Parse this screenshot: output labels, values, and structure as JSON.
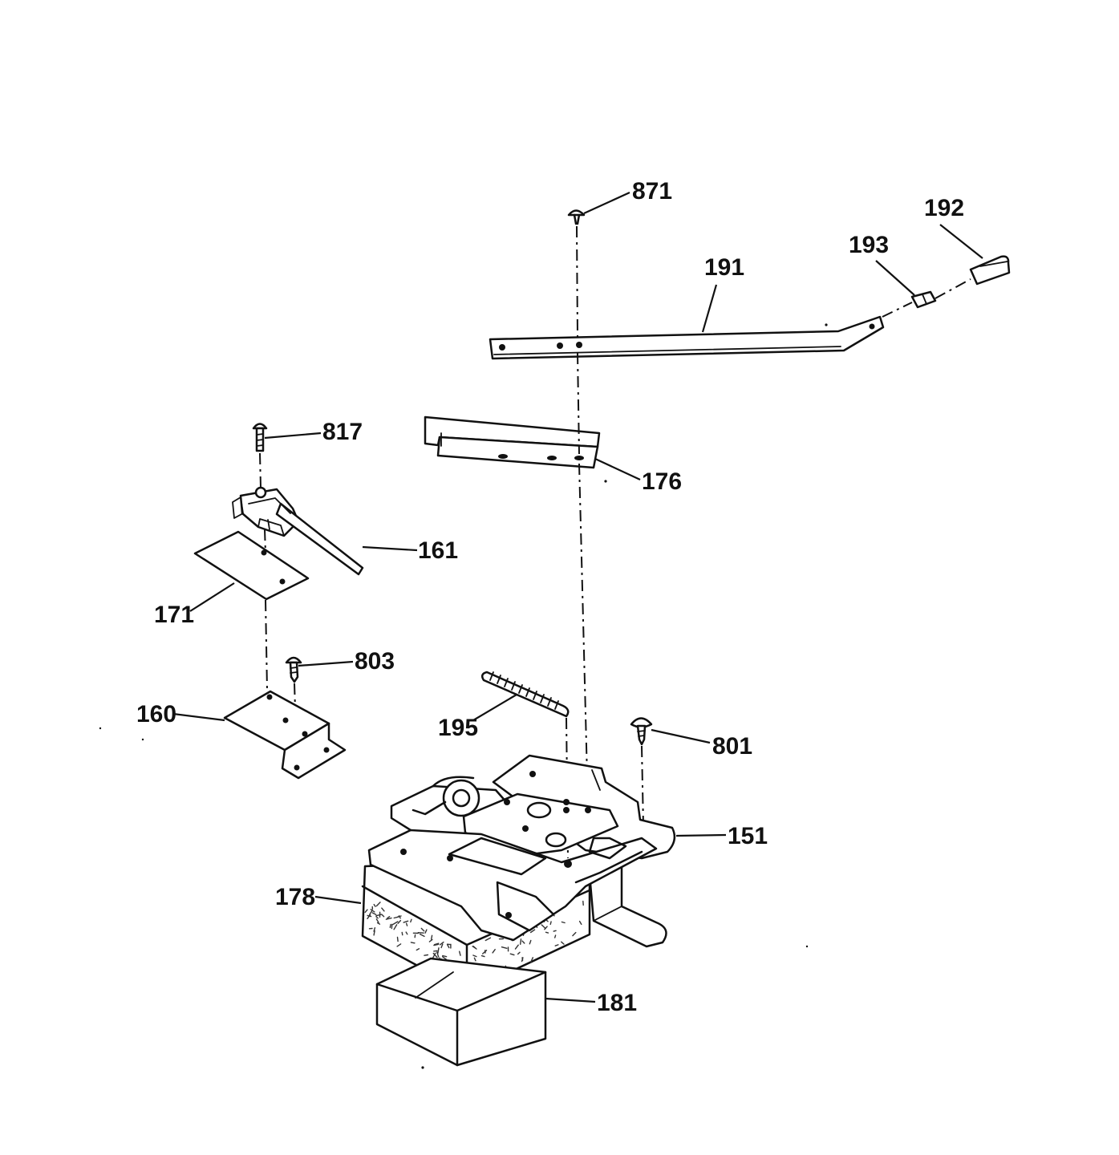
{
  "parts": [
    {
      "id": "p871",
      "number": "871"
    },
    {
      "id": "p192",
      "number": "192"
    },
    {
      "id": "p193",
      "number": "193"
    },
    {
      "id": "p191",
      "number": "191"
    },
    {
      "id": "p817",
      "number": "817"
    },
    {
      "id": "p176",
      "number": "176"
    },
    {
      "id": "p161",
      "number": "161"
    },
    {
      "id": "p171",
      "number": "171"
    },
    {
      "id": "p803",
      "number": "803"
    },
    {
      "id": "p160",
      "number": "160"
    },
    {
      "id": "p195",
      "number": "195"
    },
    {
      "id": "p801",
      "number": "801"
    },
    {
      "id": "p151",
      "number": "151"
    },
    {
      "id": "p178",
      "number": "178"
    },
    {
      "id": "p181",
      "number": "181"
    }
  ]
}
